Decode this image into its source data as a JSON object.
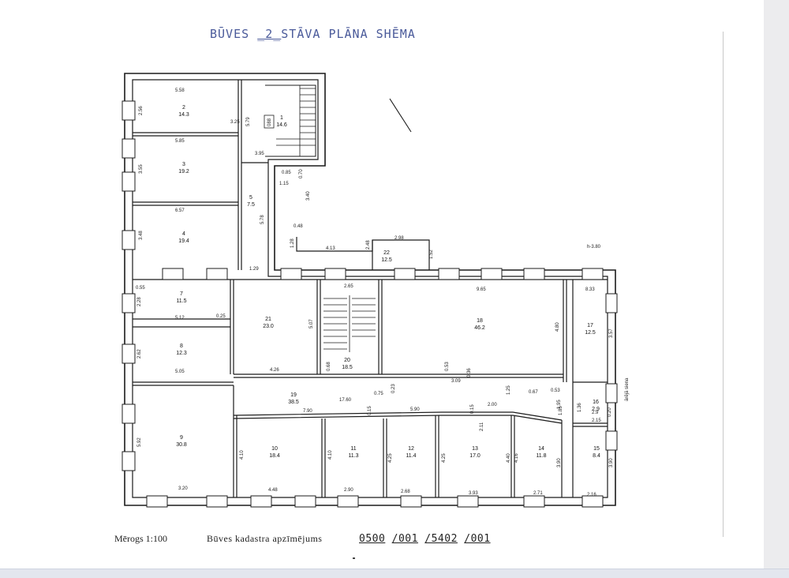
{
  "title": {
    "prefix": "BŪVES ",
    "floor": "_2_",
    "suffix": "STĀVA PLĀNA SHĒMA"
  },
  "footer": {
    "scale": "Mērogs 1:100",
    "cadastre_label": "Būves kadastra apzīmējums",
    "cadastre_parts": [
      "0500",
      "/001",
      "/5402",
      "/001"
    ]
  },
  "height_note": "h-3.80",
  "stair_mark": "088",
  "outer_wall_label": "ārējā siena",
  "rooms": [
    {
      "id": "rm-1",
      "num": "1",
      "area": "14.6"
    },
    {
      "id": "rm-2",
      "num": "2",
      "area": "14.3"
    },
    {
      "id": "rm-3",
      "num": "3",
      "area": "19.2"
    },
    {
      "id": "rm-4",
      "num": "4",
      "area": "19.4"
    },
    {
      "id": "rm-5",
      "num": "5",
      "area": "7.5"
    },
    {
      "id": "rm-7",
      "num": "7",
      "area": "11.5"
    },
    {
      "id": "rm-8",
      "num": "8",
      "area": "12.3"
    },
    {
      "id": "rm-9",
      "num": "9",
      "area": "30.8"
    },
    {
      "id": "rm-10",
      "num": "10",
      "area": "18.4"
    },
    {
      "id": "rm-11",
      "num": "11",
      "area": "11.3"
    },
    {
      "id": "rm-12",
      "num": "12",
      "area": "11.4"
    },
    {
      "id": "rm-13",
      "num": "13",
      "area": "17.0"
    },
    {
      "id": "rm-14",
      "num": "14",
      "area": "11.8"
    },
    {
      "id": "rm-15",
      "num": "15",
      "area": "8.4"
    },
    {
      "id": "rm-16",
      "num": "16",
      "area": "2.9"
    },
    {
      "id": "rm-17",
      "num": "17",
      "area": "12.5"
    },
    {
      "id": "rm-18",
      "num": "18",
      "area": "46.2"
    },
    {
      "id": "rm-19",
      "num": "19",
      "area": "38.5"
    },
    {
      "id": "rm-20",
      "num": "20",
      "area": "18.5"
    },
    {
      "id": "rm-21",
      "num": "21",
      "area": "23.0"
    },
    {
      "id": "rm-22",
      "num": "22",
      "area": "12.5"
    }
  ],
  "dims": [
    {
      "id": "d01",
      "v": "5.58"
    },
    {
      "id": "d02",
      "v": "2.56"
    },
    {
      "id": "d03",
      "v": "3.25"
    },
    {
      "id": "d04",
      "v": "5.79"
    },
    {
      "id": "d05",
      "v": "5.85"
    },
    {
      "id": "d06",
      "v": "3.95"
    },
    {
      "id": "d07",
      "v": "3.55"
    },
    {
      "id": "d08",
      "v": "0.85"
    },
    {
      "id": "d09",
      "v": "0.70"
    },
    {
      "id": "d10",
      "v": "1.15"
    },
    {
      "id": "d11",
      "v": "3.40"
    },
    {
      "id": "d12",
      "v": "6.57"
    },
    {
      "id": "d13",
      "v": "5.78"
    },
    {
      "id": "d14",
      "v": "3.48"
    },
    {
      "id": "d15",
      "v": "0.48"
    },
    {
      "id": "d16",
      "v": "1.28"
    },
    {
      "id": "d17",
      "v": "4.13"
    },
    {
      "id": "d18",
      "v": "2.48"
    },
    {
      "id": "d19",
      "v": "2.98"
    },
    {
      "id": "d20",
      "v": "1.52"
    },
    {
      "id": "d21",
      "v": "1.29"
    },
    {
      "id": "d22",
      "v": "0.55"
    },
    {
      "id": "d23",
      "v": "2.28"
    },
    {
      "id": "d24",
      "v": "5.12"
    },
    {
      "id": "d25",
      "v": "0.25"
    },
    {
      "id": "d26",
      "v": "5.07"
    },
    {
      "id": "d27",
      "v": "2.65"
    },
    {
      "id": "d28",
      "v": "9.65"
    },
    {
      "id": "d29",
      "v": "8.33"
    },
    {
      "id": "d30",
      "v": "4.80"
    },
    {
      "id": "d31",
      "v": "3.57"
    },
    {
      "id": "d32",
      "v": "2.62"
    },
    {
      "id": "d33",
      "v": "5.05"
    },
    {
      "id": "d34",
      "v": "4.26"
    },
    {
      "id": "d35",
      "v": "0.68"
    },
    {
      "id": "d36",
      "v": "0.53"
    },
    {
      "id": "d37",
      "v": "0.36"
    },
    {
      "id": "d38",
      "v": "3.09"
    },
    {
      "id": "d39",
      "v": "0.75"
    },
    {
      "id": "d40",
      "v": "0.23"
    },
    {
      "id": "d41",
      "v": "1.25"
    },
    {
      "id": "d42",
      "v": "0.67"
    },
    {
      "id": "d43",
      "v": "0.53"
    },
    {
      "id": "d44",
      "v": "1.95"
    },
    {
      "id": "d45",
      "v": "17.60"
    },
    {
      "id": "d46",
      "v": "7.90"
    },
    {
      "id": "d47",
      "v": "0.15"
    },
    {
      "id": "d48",
      "v": "5.90"
    },
    {
      "id": "d49",
      "v": "0.15"
    },
    {
      "id": "d50",
      "v": "2.00"
    },
    {
      "id": "d51",
      "v": "2.11"
    },
    {
      "id": "d52",
      "v": "1.36"
    },
    {
      "id": "d53",
      "v": "1.85"
    },
    {
      "id": "d54",
      "v": "2.9"
    },
    {
      "id": "d55",
      "v": "2.15"
    },
    {
      "id": "d56",
      "v": "0.20"
    },
    {
      "id": "d57",
      "v": "5.92"
    },
    {
      "id": "d58",
      "v": "4.10"
    },
    {
      "id": "d59",
      "v": "4.10"
    },
    {
      "id": "d60",
      "v": "4.25"
    },
    {
      "id": "d61",
      "v": "4.25"
    },
    {
      "id": "d62",
      "v": "4.40"
    },
    {
      "id": "d63",
      "v": "4.16"
    },
    {
      "id": "d64",
      "v": "3.90"
    },
    {
      "id": "d65",
      "v": "3.90"
    },
    {
      "id": "d66",
      "v": "3.20"
    },
    {
      "id": "d67",
      "v": "4.48"
    },
    {
      "id": "d68",
      "v": "2.90"
    },
    {
      "id": "d69",
      "v": "2.68"
    },
    {
      "id": "d70",
      "v": "3.93"
    },
    {
      "id": "d71",
      "v": "2.71"
    },
    {
      "id": "d72",
      "v": "2.16"
    }
  ]
}
